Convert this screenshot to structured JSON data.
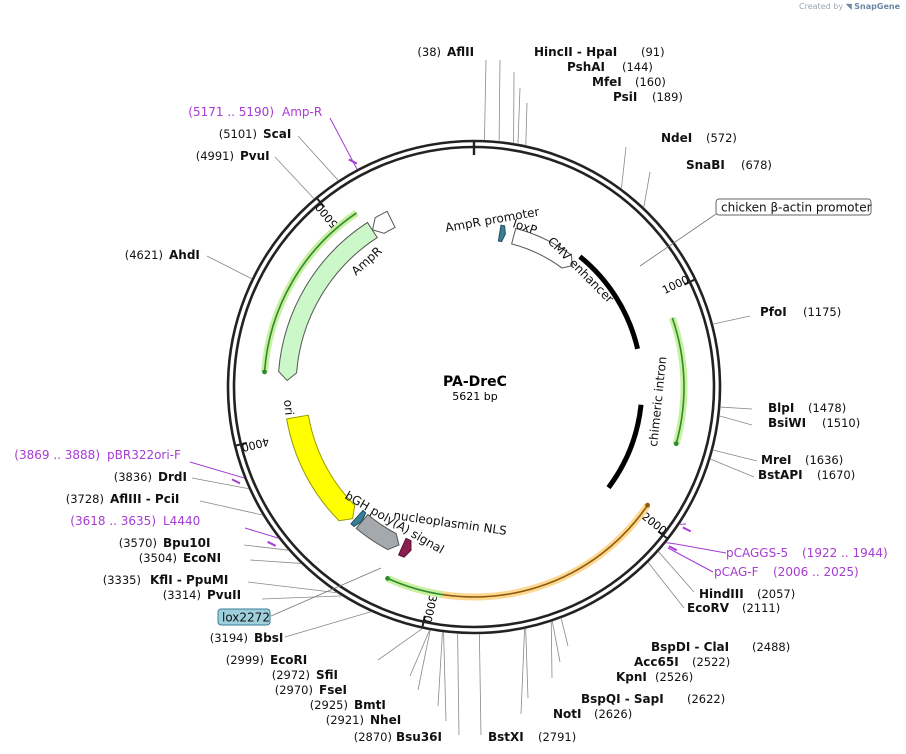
{
  "watermark": {
    "prefix": "Created by",
    "brand": "SnapGene"
  },
  "plasmid": {
    "name": "PA-DreC",
    "length_label": "5621 bp",
    "length": 5621
  },
  "ticks": [
    {
      "bp": 1000,
      "label": "1000"
    },
    {
      "bp": 2000,
      "label": "2000"
    },
    {
      "bp": 3000,
      "label": "3000"
    },
    {
      "bp": 4000,
      "label": "4000"
    },
    {
      "bp": 5000,
      "label": "5000"
    }
  ],
  "features": [
    {
      "name": "AmpR promoter",
      "start": 5108,
      "end": 5210,
      "dir": -1,
      "ring": 0,
      "color": "#ffffff",
      "stroke": "#555555"
    },
    {
      "name": "AmpR",
      "start": 4247,
      "end": 5107,
      "dir": -1,
      "ring": 0,
      "color": "#ccf7c8",
      "stroke": "#555555"
    },
    {
      "name": "ori",
      "start": 3477,
      "end": 4065,
      "dir": -1,
      "ring": 1,
      "color": "#ffff00",
      "stroke": "#999900"
    },
    {
      "name": "CMV enhancer",
      "start": 230,
      "end": 609,
      "dir": 1,
      "ring": 0,
      "color": "#ffffff",
      "stroke": "#555555"
    },
    {
      "name": "loxP",
      "start": 148,
      "end": 181,
      "dir": 1,
      "ring": 0,
      "color": "#3b7d96",
      "stroke": "#1f4f60"
    },
    {
      "name": "nucleoplasmin NLS",
      "start": 3140,
      "end": 3188,
      "dir": -1,
      "ring": 0,
      "color": "#8b1f4f",
      "stroke": "#5a1030"
    },
    {
      "name": "bGH poly(A) signal",
      "start": 3207,
      "end": 3432,
      "dir": -1,
      "ring": 0,
      "color": "#a4a9ad",
      "stroke": "#555555"
    },
    {
      "name": "lox2272",
      "start": 3433,
      "end": 3466,
      "dir": -1,
      "ring": 0,
      "color": "#3b7d96",
      "stroke": "#1f4f60"
    }
  ],
  "feature_labels": {
    "chicken_actin": "chicken β-actin promoter",
    "chimeric_intron": "chimeric intron",
    "lox2272": "lox2272"
  },
  "orfs": [
    {
      "start": 1105,
      "end": 1650,
      "dir": 1,
      "glow": "#c8f0a0",
      "line": "#2e8b2e"
    },
    {
      "start": 1940,
      "end": 3120,
      "dir": -1,
      "glow": "#ffd890",
      "line": "#8a5a10"
    },
    {
      "start": 2945,
      "end": 3190,
      "dir": 1,
      "glow": "#c8f0a0",
      "line": "#2e8b2e"
    },
    {
      "start": 4280,
      "end": 5090,
      "dir": -1,
      "glow": "#c8f0a0",
      "line": "#2e8b2e"
    }
  ],
  "intron_arcs": [
    {
      "start": 610,
      "end": 1200
    },
    {
      "start": 1500,
      "end": 1980
    }
  ],
  "sites": [
    {
      "name": "AflII",
      "pos": "(38)",
      "side": "left"
    },
    {
      "name": "HincII  -  HpaI",
      "pos": "(91)",
      "side": "right"
    },
    {
      "name": "PshAI",
      "pos": "(144)",
      "side": "right"
    },
    {
      "name": "MfeI",
      "pos": "(160)",
      "side": "right"
    },
    {
      "name": "PsiI",
      "pos": "(189)",
      "side": "right"
    },
    {
      "name": "NdeI",
      "pos": "(572)",
      "side": "right"
    },
    {
      "name": "SnaBI",
      "pos": "(678)",
      "side": "right"
    },
    {
      "name": "PfoI",
      "pos": "(1175)",
      "side": "right"
    },
    {
      "name": "BlpI",
      "pos": "(1478)",
      "side": "right"
    },
    {
      "name": "BsiWI",
      "pos": "(1510)",
      "side": "right"
    },
    {
      "name": "MreI",
      "pos": "(1636)",
      "side": "right"
    },
    {
      "name": "BstAPI",
      "pos": "(1670)",
      "side": "right"
    },
    {
      "name": "HindIII",
      "pos": "(2057)",
      "side": "right"
    },
    {
      "name": "EcoRV",
      "pos": "(2111)",
      "side": "right"
    },
    {
      "name": "BspDI  -  ClaI",
      "pos": "(2488)",
      "side": "right"
    },
    {
      "name": "Acc65I",
      "pos": "(2522)",
      "side": "right"
    },
    {
      "name": "KpnI",
      "pos": "(2526)",
      "side": "right"
    },
    {
      "name": "BspQI  -  SapI",
      "pos": "(2622)",
      "side": "right"
    },
    {
      "name": "NotI",
      "pos": "(2626)",
      "side": "right"
    },
    {
      "name": "BstXI",
      "pos": "(2791)",
      "side": "right"
    },
    {
      "name": "Bsu36I",
      "pos": "(2870)",
      "side": "left"
    },
    {
      "name": "NheI",
      "pos": "(2921)",
      "side": "left"
    },
    {
      "name": "BmtI",
      "pos": "(2925)",
      "side": "left"
    },
    {
      "name": "FseI",
      "pos": "(2970)",
      "side": "left"
    },
    {
      "name": "SfiI",
      "pos": "(2972)",
      "side": "left"
    },
    {
      "name": "EcoRI",
      "pos": "(2999)",
      "side": "left"
    },
    {
      "name": "BbsI",
      "pos": "(3194)",
      "side": "left"
    },
    {
      "name": "PvuII",
      "pos": "(3314)",
      "side": "left"
    },
    {
      "name": "KflI  -  PpuMI",
      "pos": "(3335)",
      "side": "left"
    },
    {
      "name": "EcoNI",
      "pos": "(3504)",
      "side": "left"
    },
    {
      "name": "Bpu10I",
      "pos": "(3570)",
      "side": "left"
    },
    {
      "name": "AflIII  -  PciI",
      "pos": "(3728)",
      "side": "left"
    },
    {
      "name": "DrdI",
      "pos": "(3836)",
      "side": "left"
    },
    {
      "name": "AhdI",
      "pos": "(4621)",
      "side": "left"
    },
    {
      "name": "PvuI",
      "pos": "(4991)",
      "side": "left"
    },
    {
      "name": "ScaI",
      "pos": "(5101)",
      "side": "left"
    }
  ],
  "primers": [
    {
      "name": "Amp-R",
      "range": "(5171 .. 5190)",
      "side": "left"
    },
    {
      "name": "pBR322ori-F",
      "range": "(3869 .. 3888)",
      "side": "left"
    },
    {
      "name": "L4440",
      "range": "(3618 .. 3635)",
      "side": "left"
    },
    {
      "name": "pCAGGS-5",
      "range": "(1922 .. 1944)",
      "side": "right"
    },
    {
      "name": "pCAG-F",
      "range": "(2006 .. 2025)",
      "side": "right"
    }
  ],
  "colors": {
    "backbone": "#222222",
    "primer": "#a63cd3",
    "ori": "#ffff00",
    "ampr": "#ccf7c8"
  }
}
